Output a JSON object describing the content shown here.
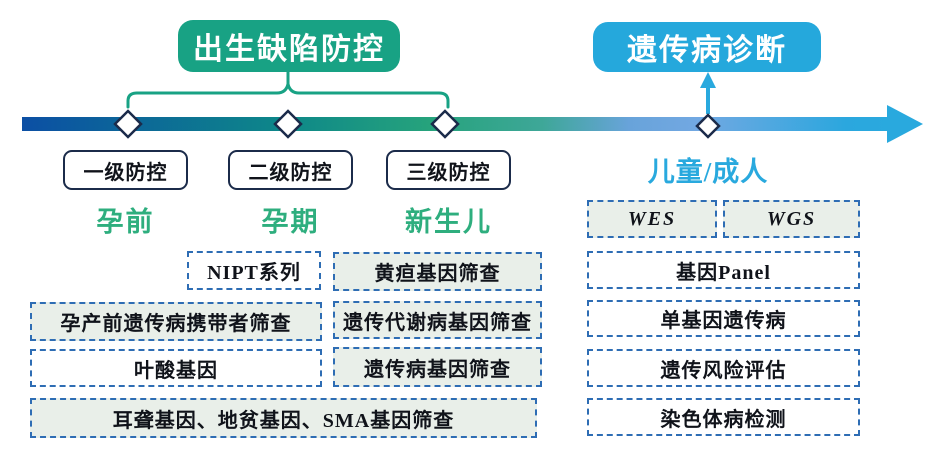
{
  "titles": {
    "birth_defect": "出生缺陷防控",
    "genetic_diagnosis": "遗传病诊断"
  },
  "levels": [
    {
      "label": "一级防控"
    },
    {
      "label": "二级防控"
    },
    {
      "label": "三级防控"
    }
  ],
  "stages": [
    {
      "label": "孕前"
    },
    {
      "label": "孕期"
    },
    {
      "label": "新生儿"
    },
    {
      "label": "儿童/成人"
    }
  ],
  "tests": {
    "left": [
      {
        "label": "NIPT系列",
        "highlight": false
      },
      {
        "label": "孕产前遗传病携带者筛查",
        "highlight": true
      },
      {
        "label": "叶酸基因",
        "highlight": false
      }
    ],
    "left_wide": {
      "label": "耳聋基因、地贫基因、SMA基因筛查",
      "highlight": true
    },
    "newborn": [
      {
        "label": "黄疸基因筛查",
        "highlight": true
      },
      {
        "label": "遗传代谢病基因筛查",
        "highlight": true
      },
      {
        "label": "遗传病基因筛查",
        "highlight": true
      }
    ],
    "children_adult_pair": [
      {
        "label": "WES",
        "highlight": true
      },
      {
        "label": "WGS",
        "highlight": true
      }
    ],
    "children_adult": [
      {
        "label": "基因Panel",
        "highlight": false
      },
      {
        "label": "单基因遗传病",
        "highlight": false
      },
      {
        "label": "遗传风险评估",
        "highlight": false
      },
      {
        "label": "染色体病检测",
        "highlight": false
      }
    ]
  },
  "colors": {
    "green_accent": "#18a284",
    "cyan_accent": "#29a9de",
    "stage_green": "#2eae7e",
    "navy_border": "#1b2b4a",
    "dashed_border": "#2e6db4",
    "highlight_bg": "#e9efe9",
    "timeline_gradient": [
      "#0c4fa4",
      "#0d8789",
      "#26a37c",
      "#3ea798",
      "#6fa7e0",
      "#29a9de"
    ]
  }
}
